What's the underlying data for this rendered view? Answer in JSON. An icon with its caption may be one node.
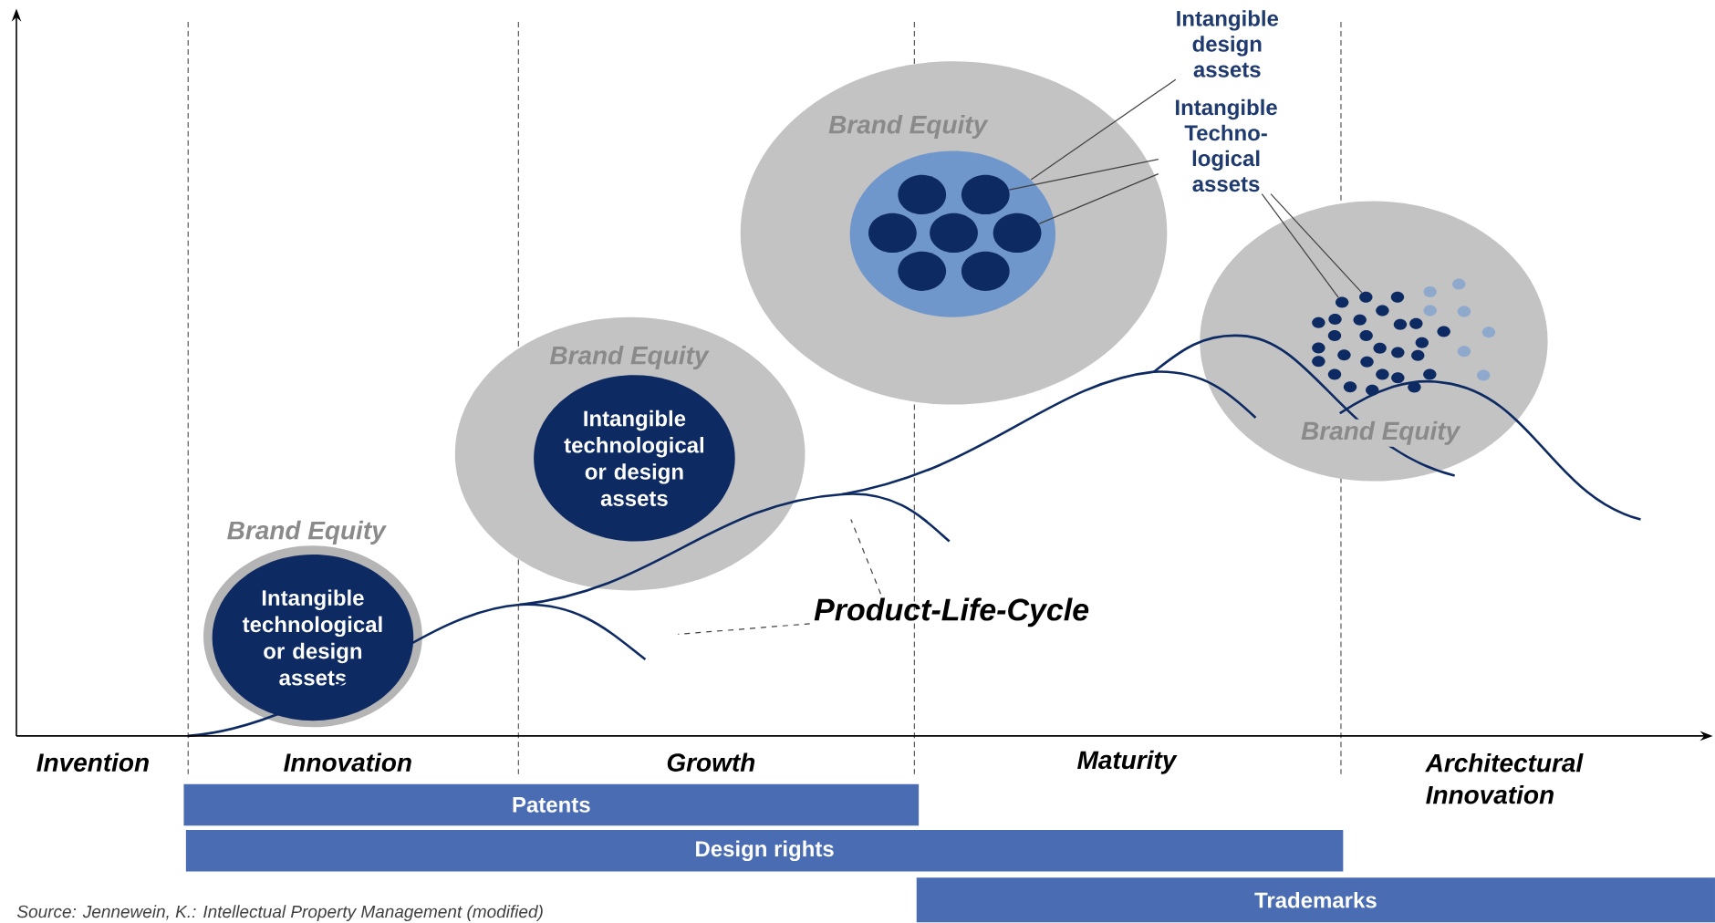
{
  "diagram": {
    "caption": "Source: Jennewein, K.: Intellectual Property Management (modified)",
    "nodes": [
      {
        "text": [
          "Brand Equity"
        ]
      },
      {
        "text": [
          "Intangible technological or design assets"
        ],
        "in": 0
      },
      {
        "text": [
          "Brand Equity"
        ]
      },
      {
        "text": [
          "Intangible technological or design assets"
        ],
        "in": 2
      },
      {
        "text": [
          "Brand Equity"
        ]
      },
      {
        "text": [],
        "shape": "circle",
        "in": 4
      },
      {
        "text": [],
        "shape": "circle",
        "in": 5
      },
      {
        "text": [],
        "shape": "circle",
        "in": 5
      },
      {
        "text": [],
        "shape": "circle",
        "in": 5
      },
      {
        "text": [],
        "shape": "circle",
        "in": 5
      },
      {
        "text": [],
        "shape": "circle",
        "in": 5
      },
      {
        "text": [],
        "shape": "circle",
        "in": 5
      },
      {
        "text": [],
        "shape": "circle",
        "in": 5
      },
      {
        "text": [
          "Brand Equity"
        ]
      },
      {
        "text": [],
        "shape": "circle",
        "in": 13
      },
      {
        "text": [],
        "shape": "circle",
        "in": 13
      },
      {
        "text": [
          "Intangible design assets"
        ]
      },
      {
        "text": [
          "Intangible Techno- logical assets"
        ]
      },
      {
        "text": [
          "Product-Life-Cycle"
        ]
      },
      {
        "text": [
          "Patents"
        ]
      },
      {
        "text": [
          "Design rights"
        ]
      },
      {
        "text": [
          "Trademarks"
        ]
      }
    ],
    "edges": [
      {
        "from": 16,
        "to": 5,
        "arrow": "none"
      },
      {
        "from": 17,
        "to": 7,
        "arrow": "none"
      },
      {
        "from": 17,
        "to": 10,
        "arrow": "none"
      },
      {
        "from": 17,
        "to": 14,
        "arrow": "none"
      },
      {
        "from": 17,
        "to": 15,
        "arrow": "none"
      },
      {
        "from": 18,
        "to": null,
        "arrow": "none",
        "style": "dashed"
      },
      {
        "from": 18,
        "to": null,
        "arrow": "none",
        "style": "dashed"
      }
    ],
    "labels": [
      "Invention",
      "Innovation",
      "Growth",
      "Maturity",
      "Architectural Innovation"
    ]
  }
}
